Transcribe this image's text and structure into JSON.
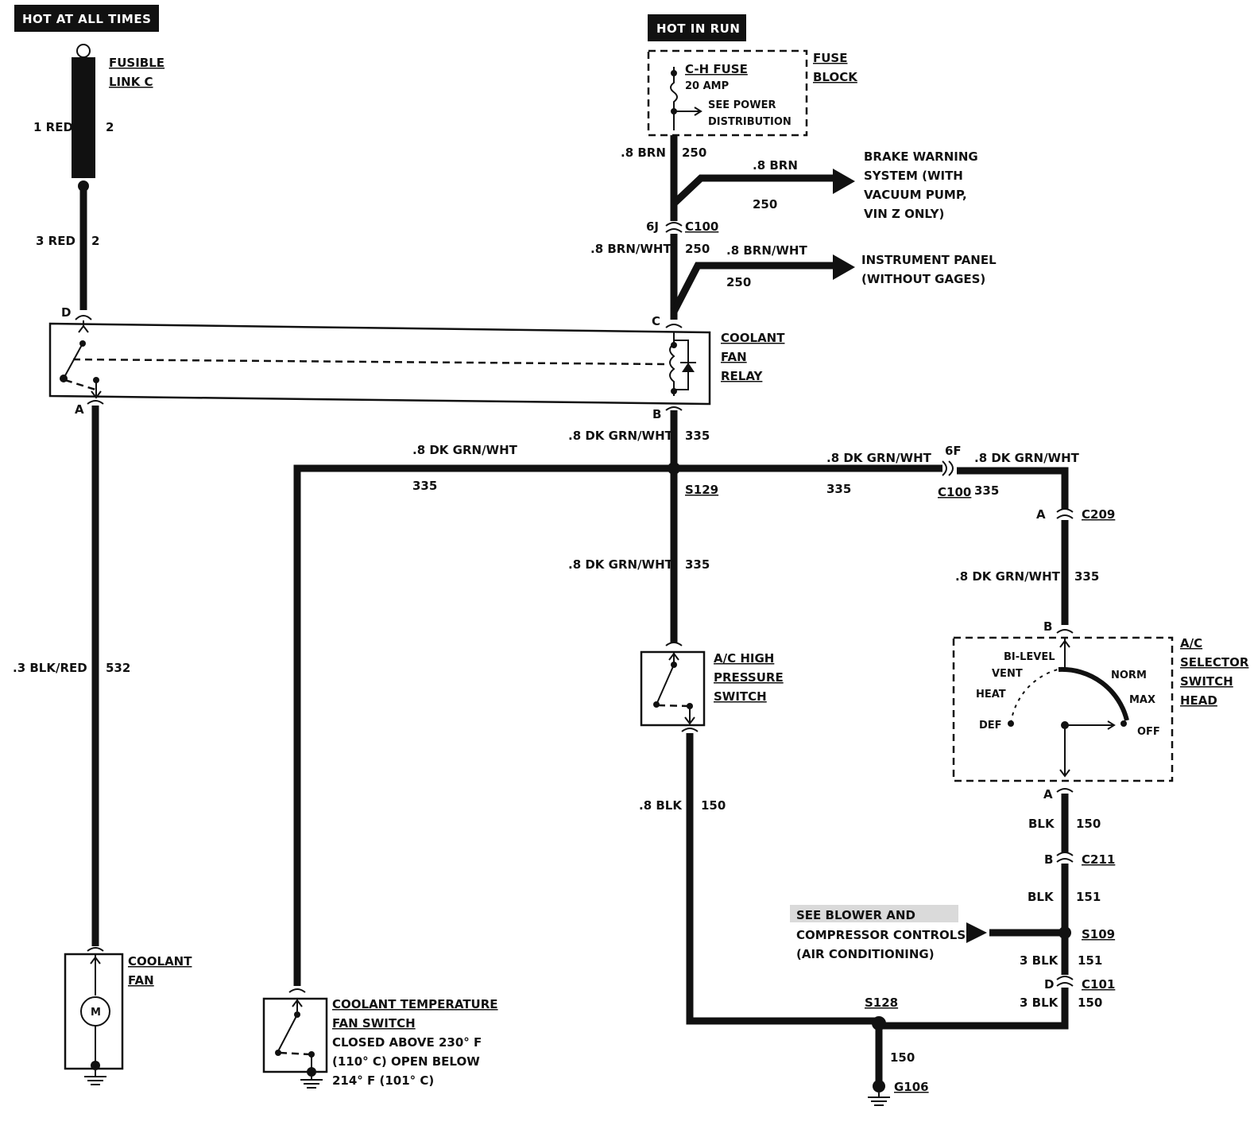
{
  "hot_at_all_times": "HOT AT ALL TIMES",
  "hot_in_run": "HOT IN RUN",
  "fusible_link": {
    "line1": "FUSIBLE",
    "line2": "LINK C"
  },
  "wires": {
    "w_1red": [
      "1 RED",
      "2"
    ],
    "w_3red": [
      "3 RED",
      "2"
    ],
    "w_532": [
      ".3 BLK/RED",
      "532"
    ],
    "w_250a": [
      ".8 BRN",
      "250"
    ],
    "w_250b": [
      ".8 BRN",
      "250"
    ],
    "w_250c": [
      ".8 BRN/WHT",
      "250"
    ],
    "w_250d": [
      ".8 BRN/WHT",
      "250"
    ],
    "w_335a": [
      ".8 DK GRN/WHT",
      "335"
    ],
    "w_335b": [
      ".8 DK GRN/WHT",
      "335"
    ],
    "w_335c": [
      ".8 DK GRN/WHT",
      "335"
    ],
    "w_335d": [
      ".8 DK GRN/WHT",
      "335"
    ],
    "w_335e": [
      ".8 DK GRN/WHT",
      "335"
    ],
    "w_335f": [
      ".8 DK GRN/WHT",
      "335"
    ],
    "w_150a": [
      ".8 BLK",
      "150"
    ],
    "w_150b": [
      "BLK",
      "150"
    ],
    "w_151a": [
      "BLK",
      "151"
    ],
    "w_151b": [
      "3 BLK",
      "151"
    ],
    "w_150c": [
      "3 BLK",
      "150"
    ],
    "w_150d": "150"
  },
  "fuse_block": {
    "title1": "FUSE",
    "title2": "BLOCK",
    "fuse_name": "C-H FUSE",
    "fuse_rating": "20 AMP",
    "note1": "SEE POWER",
    "note2": "DISTRIBUTION"
  },
  "brake_warning": [
    "BRAKE WARNING",
    "SYSTEM (WITH",
    "VACUUM PUMP,",
    "VIN Z ONLY)"
  ],
  "instrument_panel": [
    "INSTRUMENT PANEL",
    "(WITHOUT GAGES)"
  ],
  "relay": [
    "COOLANT",
    "FAN",
    "RELAY"
  ],
  "ac_high_pressure": [
    "A/C HIGH",
    "PRESSURE",
    "SWITCH"
  ],
  "ac_selector": {
    "title": [
      "A/C",
      "SELECTOR",
      "SWITCH",
      "HEAD"
    ],
    "positions": [
      "BI-LEVEL",
      "VENT",
      "NORM",
      "HEAT",
      "MAX",
      "DEF",
      "OFF"
    ]
  },
  "coolant_fan": [
    "COOLANT",
    "FAN"
  ],
  "motor_symbol": "M",
  "coolant_temp_switch": [
    "COOLANT TEMPERATURE",
    "FAN SWITCH",
    "CLOSED ABOVE 230° F",
    "(110° C) OPEN BELOW",
    "214° F (101° C)"
  ],
  "see_blower": [
    "SEE BLOWER AND",
    "COMPRESSOR CONTROLS",
    "(AIR CONDITIONING)"
  ],
  "connectors": {
    "c100_6j": "6J",
    "c100": "C100",
    "c100_6f": "6F",
    "c100b": "C100",
    "relay_c": "C",
    "relay_d": "D",
    "relay_a": "A",
    "relay_b": "B",
    "s129": "S129",
    "c209_a": "A",
    "c209": "C209",
    "sel_b": "B",
    "sel_a": "A",
    "c211_b": "B",
    "c211": "C211",
    "s109": "S109",
    "c101_d": "D",
    "c101": "C101",
    "s128": "S128",
    "g106": "G106"
  }
}
